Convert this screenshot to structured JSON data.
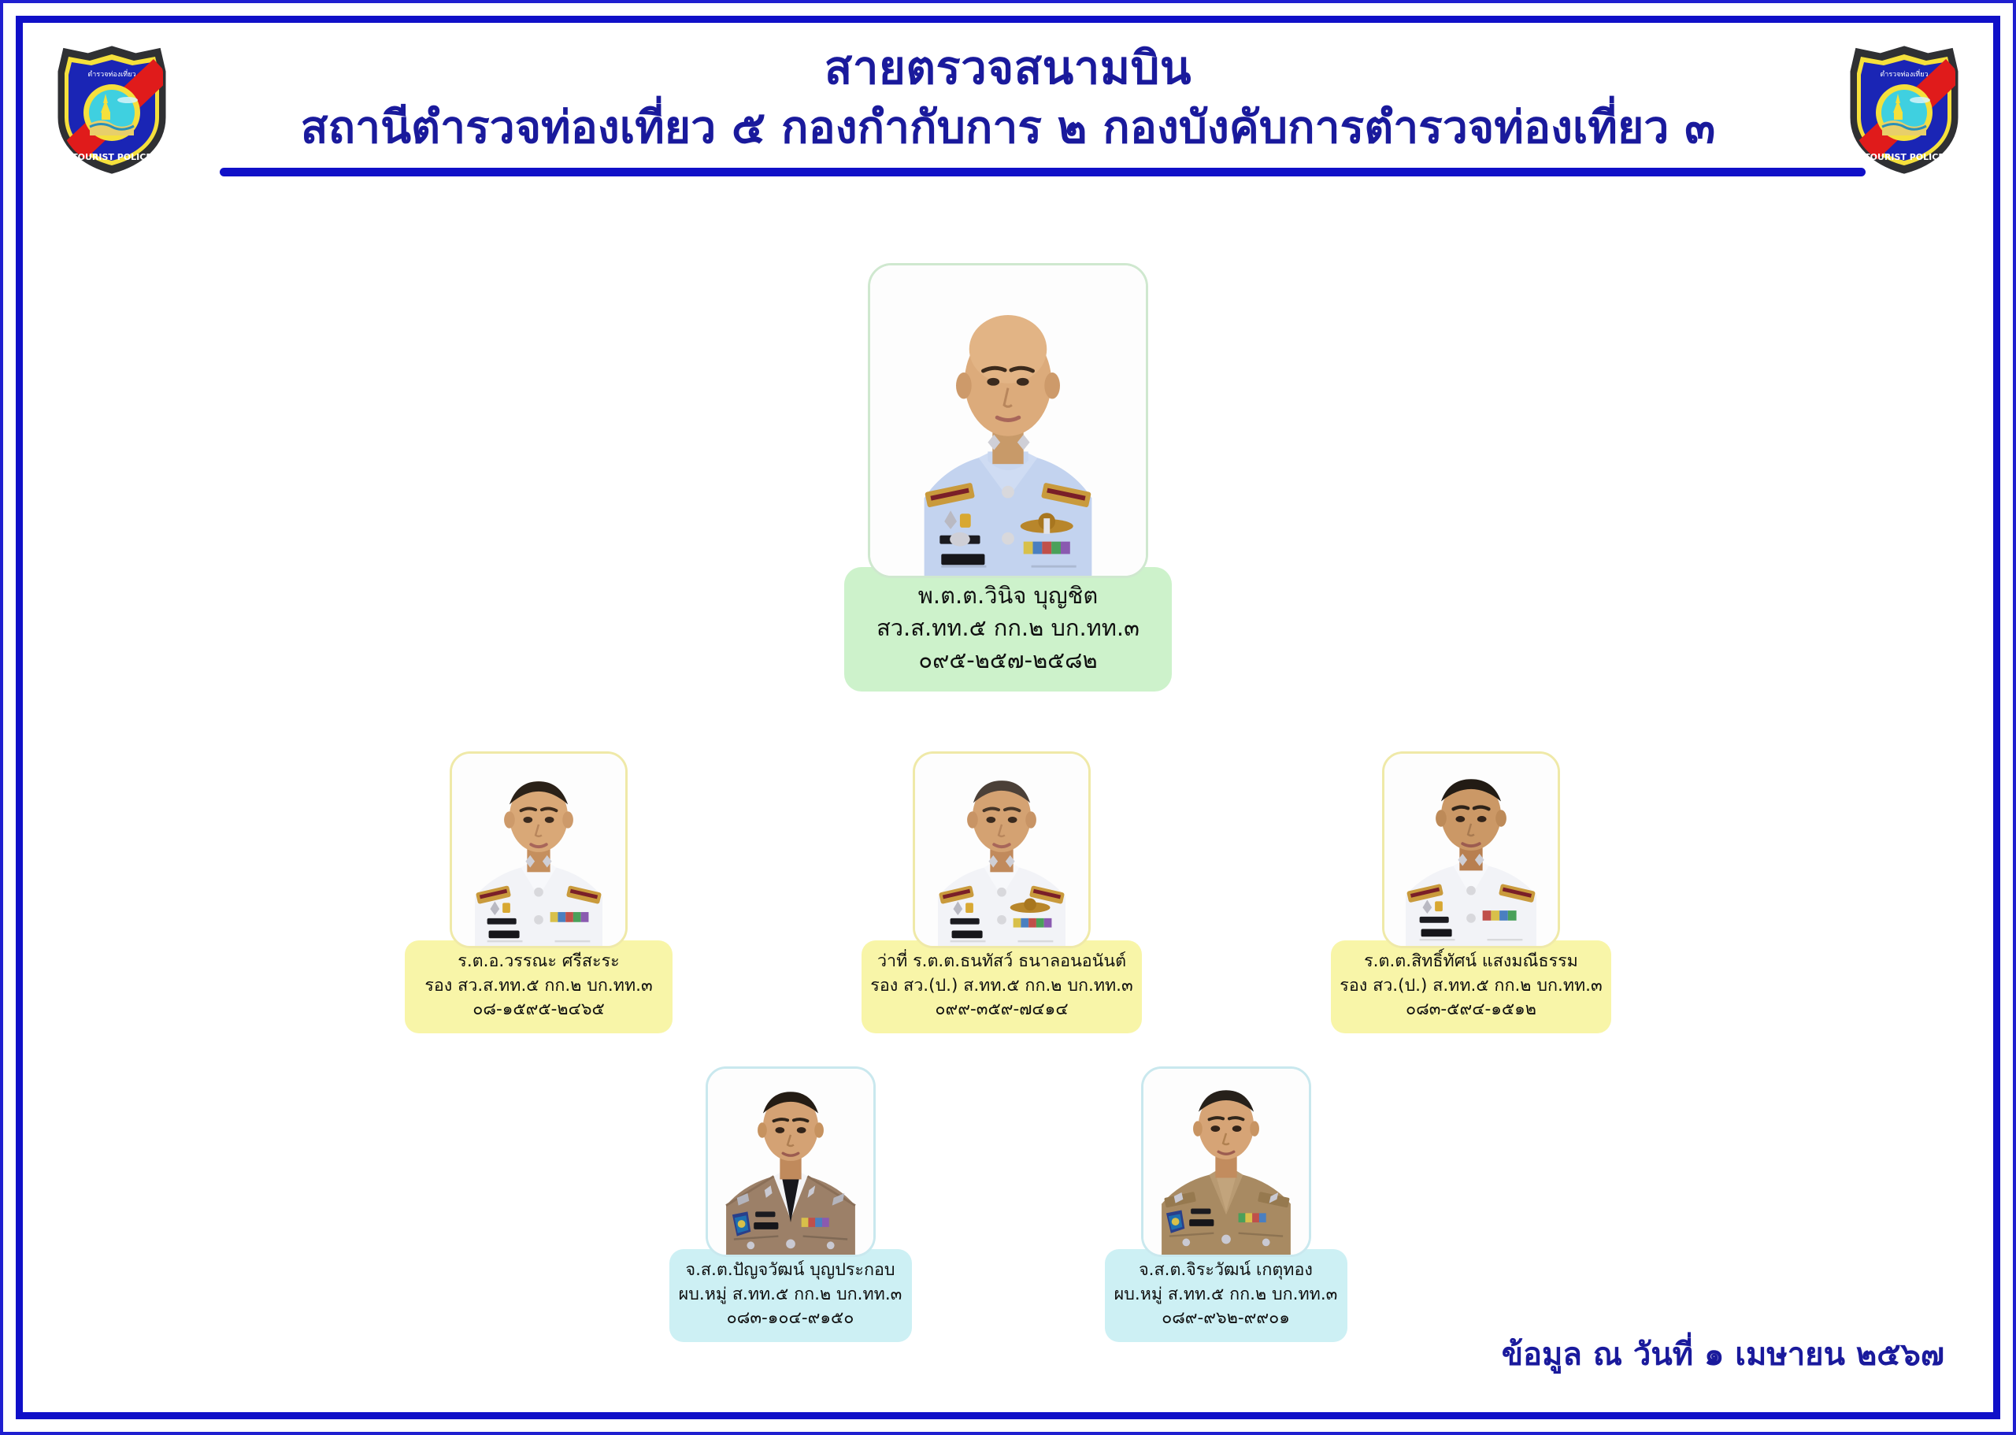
{
  "document": {
    "title_line1": "สายตรวจสนามบิน",
    "title_line2": "สถานีตำรวจท่องเที่ยว ๕ กองกำกับการ ๒ กองบังคับการตำรวจท่องเที่ยว ๓",
    "footer_note": "ข้อมูล ณ วันที่ ๑ เมษายน ๒๕๖๗"
  },
  "branding": {
    "badge_left_name": "tourist-police-badge-icon",
    "badge_right_name": "tourist-police-badge-icon",
    "badge_text_thai": "ตำรวจท่องเที่ยว",
    "badge_text_english": "TOURIST POLICE",
    "colors": {
      "title_blue": "#1a1a9c",
      "frame_blue": "#1010c8",
      "rule_blue": "#1010c8",
      "card_green": "#cdf2cb",
      "card_yellow": "#f8f5a8",
      "card_blue": "#cdf0f4",
      "badge_shield_blue": "#1a25b5",
      "badge_stripe_red": "#e01b1b",
      "badge_border_yellow": "#f5e03c",
      "badge_center_cyan": "#3fd0e0"
    }
  },
  "org_chart": {
    "tier1": [
      {
        "id": "commander",
        "name": "พ.ต.ต.วินิจ  บุญชิต",
        "position": "สว.ส.ทท.๕ กก.๒ บก.ทท.๓",
        "phone": "๐๙๕-๒๕๗-๒๕๘๒",
        "card_color": "#cdf2cb",
        "uniform": "light-blue-formal"
      }
    ],
    "tier2": [
      {
        "id": "deputy-1",
        "name": "ร.ต.อ.วรรณะ  ศรีสะระ",
        "position": "รอง สว.ส.ทท.๕ กก.๒ บก.ทท.๓",
        "phone": "๐๘-๑๕๙๕-๒๔๖๕",
        "card_color": "#f8f5a8",
        "uniform": "white-formal"
      },
      {
        "id": "deputy-2",
        "name": "ว่าที่ ร.ต.ต.ธนทัสว์  ธนาลอนอนันต์",
        "position": "รอง สว.(ป.) ส.ทท.๕ กก.๒ บก.ทท.๓",
        "phone": "๐๙๙-๓๕๙-๗๔๑๔",
        "card_color": "#f8f5a8",
        "uniform": "white-formal"
      },
      {
        "id": "deputy-3",
        "name": "ร.ต.ต.สิทธิ์ทัศน์  แสงมณีธรรม",
        "position": "รอง สว.(ป.) ส.ทท.๕ กก.๒ บก.ทท.๓",
        "phone": "๐๘๓-๕๙๔-๑๕๑๒",
        "card_color": "#f8f5a8",
        "uniform": "white-formal"
      }
    ],
    "tier3": [
      {
        "id": "officer-1",
        "name": "จ.ส.ต.ปัญจวัฒน์  บุญประกอบ",
        "position": "ผบ.หมู่ ส.ทท.๕ กก.๒ บก.ทท.๓",
        "phone": "๐๘๓-๑๐๔-๙๑๕๐",
        "card_color": "#cdf0f4",
        "uniform": "khaki-with-tie"
      },
      {
        "id": "officer-2",
        "name": "จ.ส.ต.จิระวัฒน์  เกตุทอง",
        "position": "ผบ.หมู่ ส.ทท.๕ กก.๒ บก.ทท.๓",
        "phone": "๐๘๙-๙๖๒-๙๙๐๑",
        "card_color": "#cdf0f4",
        "uniform": "khaki-open-collar"
      }
    ]
  }
}
